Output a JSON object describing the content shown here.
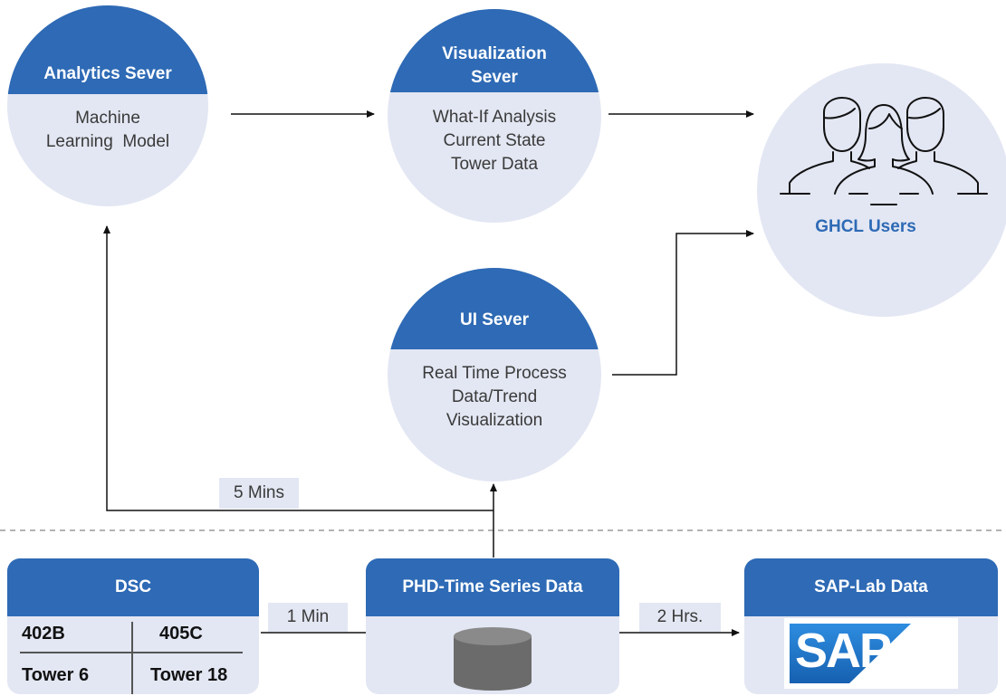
{
  "servers": {
    "analytics": {
      "title": "Analytics Sever",
      "lines": [
        "Machine",
        "Learning  Model"
      ]
    },
    "visualization": {
      "title_lines": [
        "Visualization",
        "Sever"
      ],
      "lines": [
        "What-If Analysis",
        "Current State",
        "Tower Data"
      ]
    },
    "ui": {
      "title": "UI Sever",
      "lines": [
        "Real Time Process",
        "Data/Trend",
        "Visualization"
      ]
    }
  },
  "users": {
    "label": "GHCL Users",
    "icon": "users-group-icon"
  },
  "dsc": {
    "title": "DSC",
    "cells": {
      "top_left": "402B",
      "top_right": "405C",
      "bottom_left": "Tower 6",
      "bottom_right": "Tower 18"
    }
  },
  "phd": {
    "title": "PHD-Time Series Data",
    "icon": "database-icon"
  },
  "sap": {
    "title": "SAP-Lab Data",
    "logo_text": "SAP",
    "logo_mark": "®"
  },
  "intervals": {
    "five_mins": "5 Mins",
    "one_min": "1 Min",
    "two_hrs": "2 Hrs."
  },
  "colors": {
    "accent": "#2e6ab5",
    "fill": "#e3e7f3",
    "sap_blue": "#1f74c4"
  }
}
